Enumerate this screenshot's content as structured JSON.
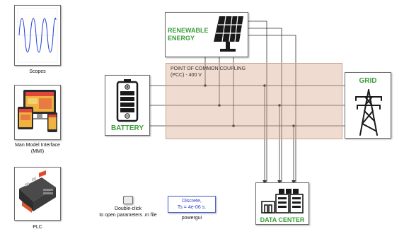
{
  "scopes": {
    "label": "Scopes"
  },
  "mmi": {
    "label_line1": "Man Model Interface",
    "label_line2": "(MMI)"
  },
  "plc": {
    "label": "PLC"
  },
  "param_button": {
    "line1": "Double-click",
    "line2": "to open parameters .m file"
  },
  "powergui": {
    "line1": "Discrete,",
    "line2": "Ts = 4e-06 s.",
    "label": "powergui"
  },
  "renewable": {
    "line1": "RENEWABLE",
    "line2": "ENERGY",
    "icon": "solar-panel-icon"
  },
  "battery": {
    "label": "BATTERY",
    "icon": "battery-icon"
  },
  "grid": {
    "label": "GRID",
    "icon": "transmission-tower-icon"
  },
  "datacenter": {
    "label": "DATA CENTER",
    "icon": "server-building-icon"
  },
  "pcc": {
    "line1": "POINT OF COMMON COUPLING",
    "line2": "(PCC) - 400 V"
  },
  "colors": {
    "green_label": "#3a9e3a",
    "pcc_fill": "#d6a082",
    "wire": "#333333"
  }
}
